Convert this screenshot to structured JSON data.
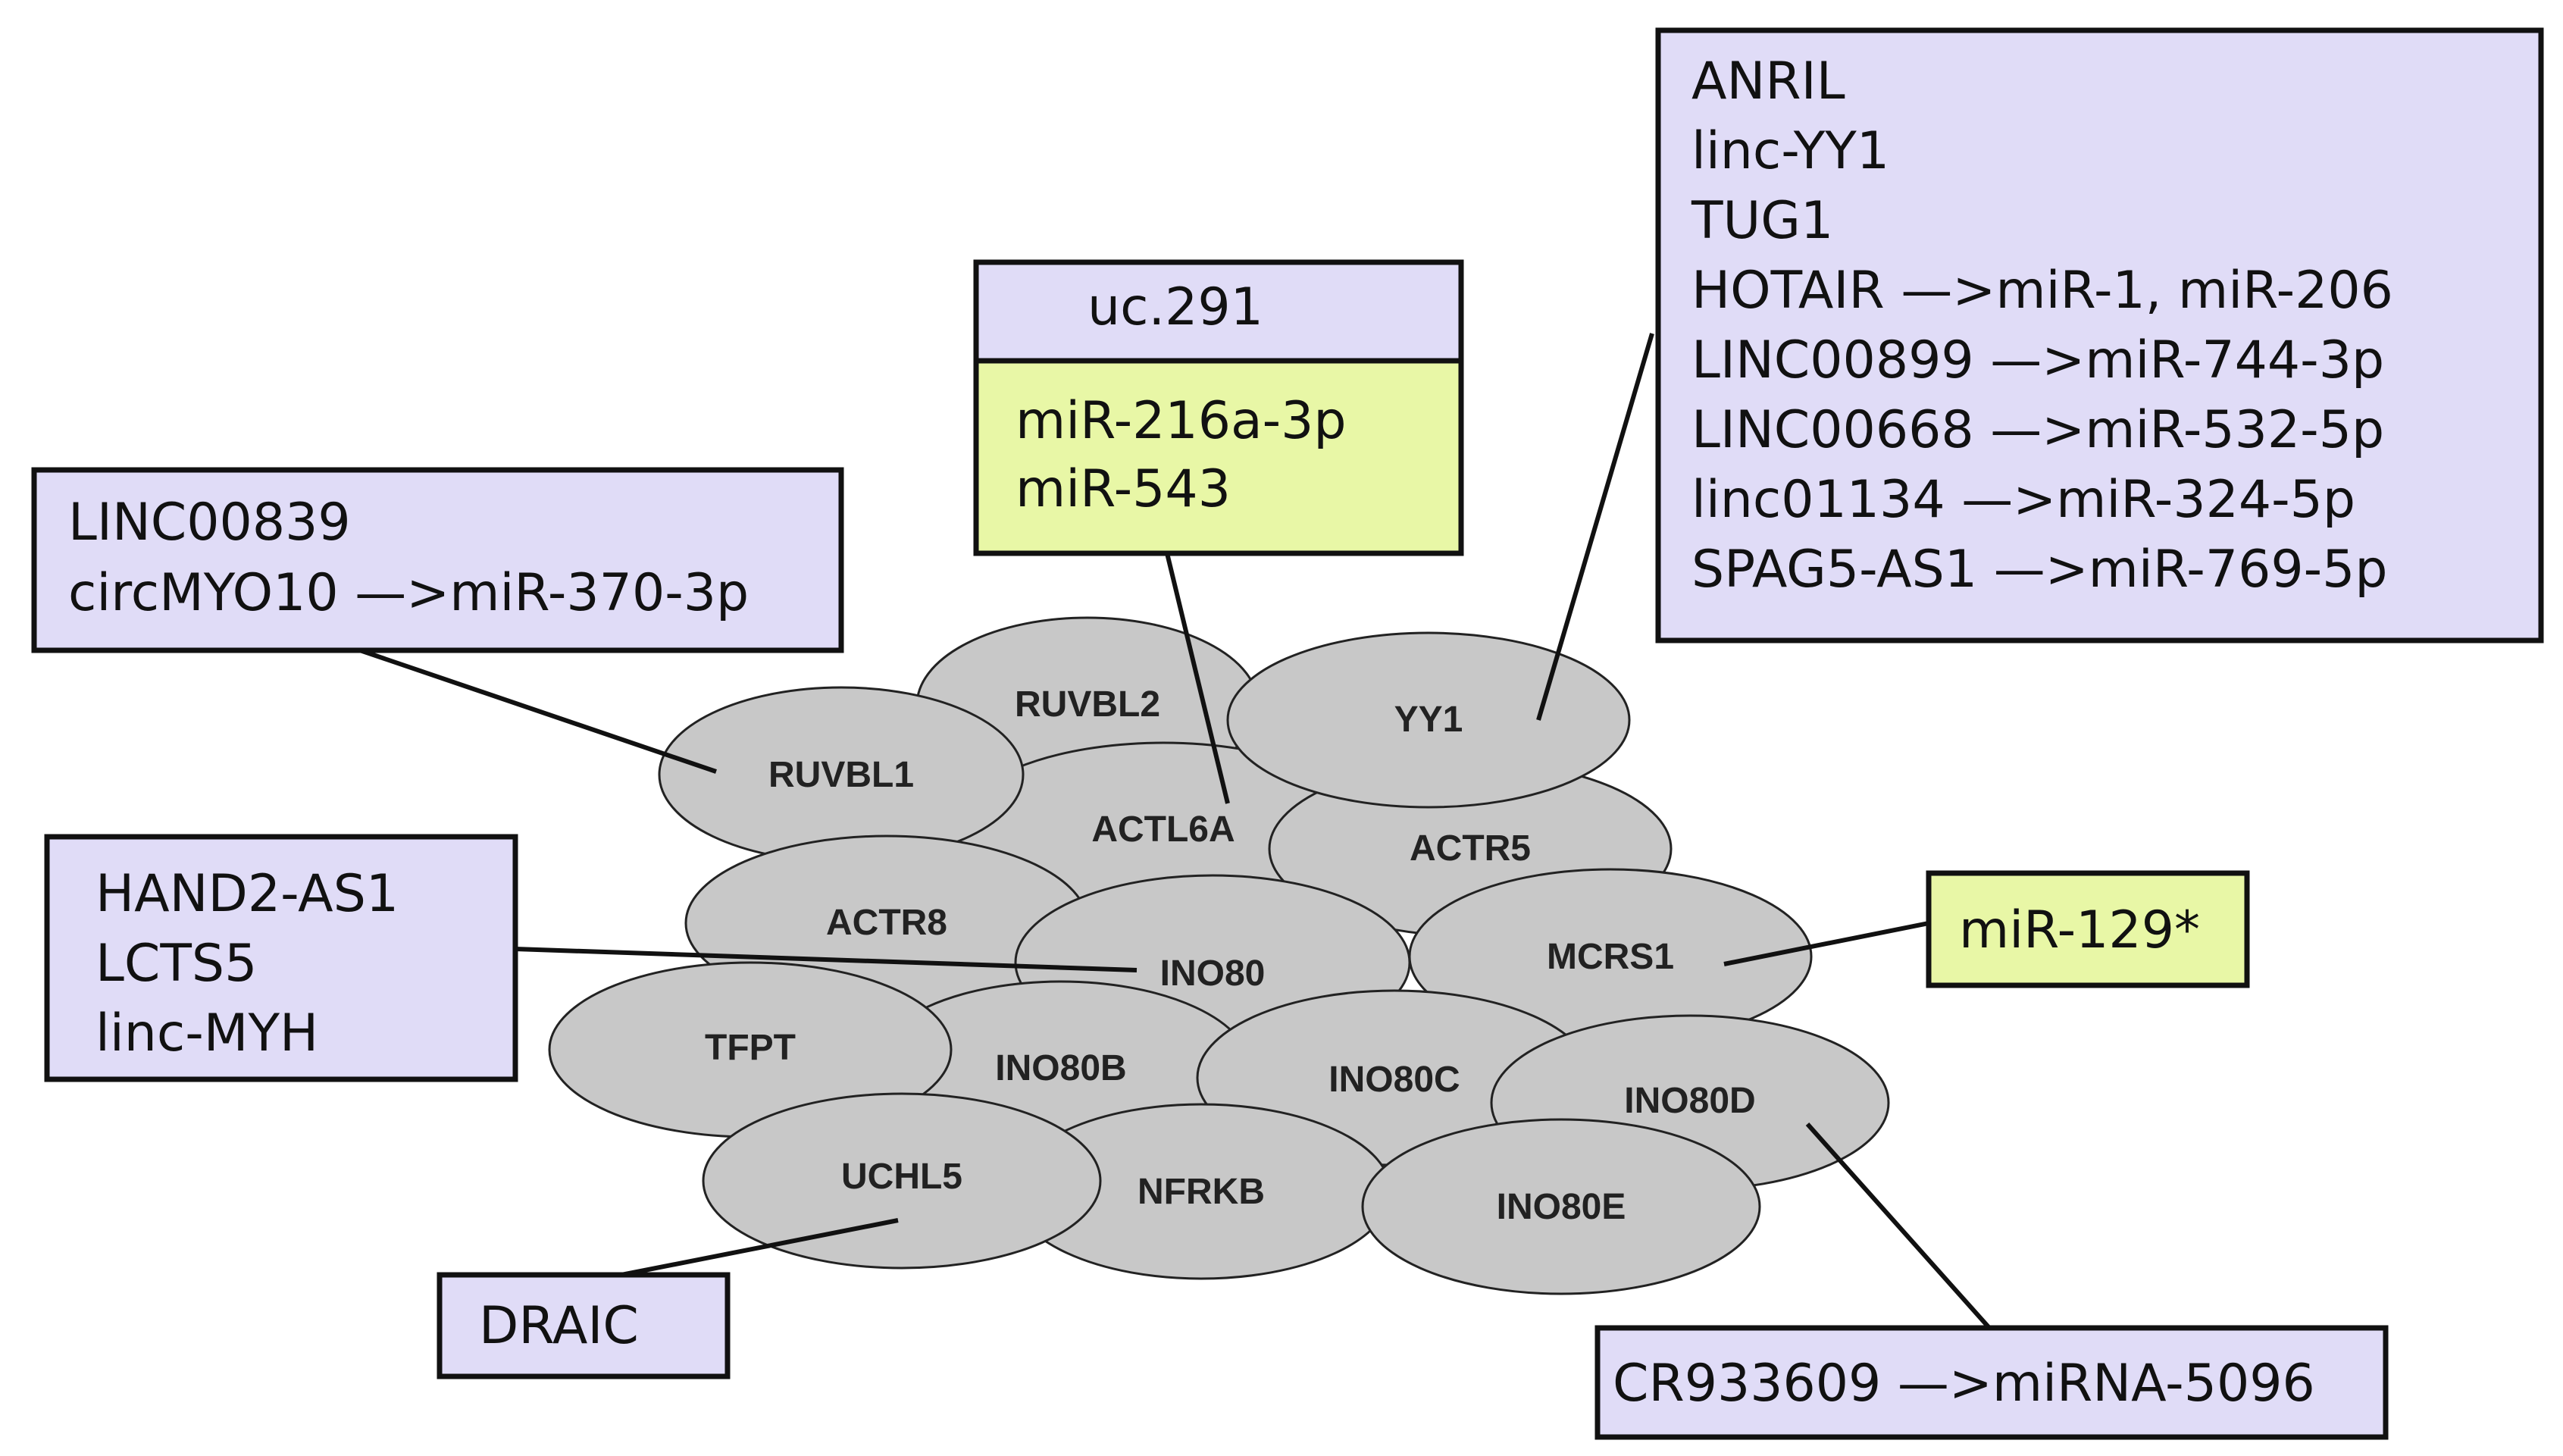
{
  "colors": {
    "node_fill": "#c8c8c8",
    "node_stroke": "#222222",
    "lavender_box": "#e0dcf7",
    "green_box": "#e8f7a6",
    "box_border": "#111111",
    "connector": "#111111"
  },
  "nodes": [
    {
      "id": "ruvbl2",
      "label": "RUVBL2"
    },
    {
      "id": "ruvbl1",
      "label": "RUVBL1"
    },
    {
      "id": "actl6a",
      "label": "ACTL6A"
    },
    {
      "id": "yy1",
      "label": "YY1"
    },
    {
      "id": "actr5",
      "label": "ACTR5"
    },
    {
      "id": "actr8",
      "label": "ACTR8"
    },
    {
      "id": "ino80",
      "label": "INO80"
    },
    {
      "id": "mcrs1",
      "label": "MCRS1"
    },
    {
      "id": "tfpt",
      "label": "TFPT"
    },
    {
      "id": "ino80b",
      "label": "INO80B"
    },
    {
      "id": "ino80c",
      "label": "INO80C"
    },
    {
      "id": "ino80d",
      "label": "INO80D"
    },
    {
      "id": "uchl5",
      "label": "UCHL5"
    },
    {
      "id": "nfrkb",
      "label": "NFRKB"
    },
    {
      "id": "ino80e",
      "label": "INO80E"
    }
  ],
  "boxes": {
    "ruvbl1": {
      "lines": [
        "LINC00839",
        "circMYO10 —>miR-370-3p"
      ]
    },
    "actl6a": {
      "header": "uc.291",
      "lines": [
        "miR-216a-3p",
        "miR-543"
      ]
    },
    "yy1": {
      "lines": [
        "ANRIL",
        "linc-YY1",
        "TUG1",
        "HOTAIR —>miR-1, miR-206",
        "LINC00899 —>miR-744-3p",
        "LINC00668 —>miR-532-5p",
        "linc01134 —>miR-324-5p",
        "SPAG5-AS1 —>miR-769-5p"
      ]
    },
    "ino80": {
      "lines": [
        "HAND2-AS1",
        "LCTS5",
        "linc-MYH"
      ]
    },
    "mcrs1": {
      "lines": [
        "miR-129*"
      ]
    },
    "uchl5": {
      "lines": [
        "DRAIC"
      ]
    },
    "ino80d": {
      "lines": [
        "CR933609 —>miRNA-5096"
      ]
    }
  }
}
